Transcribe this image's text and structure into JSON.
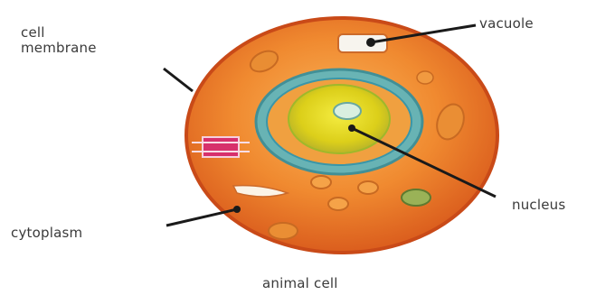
{
  "diagram": {
    "labels": {
      "cell_membrane": "cell\nmembrane",
      "vacuole": "vacuole",
      "cytoplasm": "cytoplasm",
      "nucleus": "nucleus"
    },
    "caption": "animal cell"
  },
  "colors": {
    "membrane": "#d9531c",
    "cytoplasm": "#f07a28",
    "cytoplasm_light": "#f7a048",
    "nucleus_ring": "#3fa3b5",
    "nucleus": "#e8d81c",
    "nucleolus": "#cfe8d8",
    "organelle": "#e88a2c",
    "pink": "#d4306a",
    "lines": "#1a1a1a"
  }
}
